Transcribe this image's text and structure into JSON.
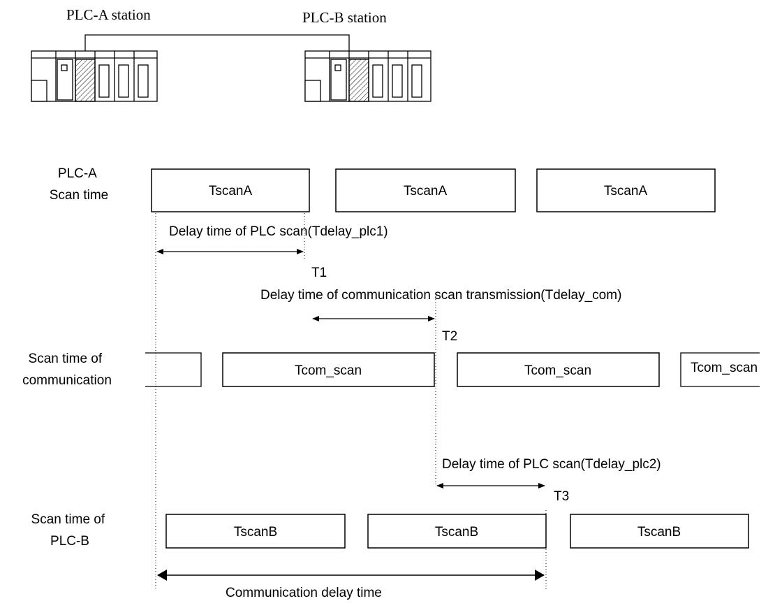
{
  "stations": {
    "a_label": "PLC-A station",
    "b_label": "PLC-B station"
  },
  "rows": {
    "plc_a": {
      "label_line1": "PLC-A",
      "label_line2": "Scan time",
      "block_label": "TscanA"
    },
    "comm": {
      "label_line1": "Scan time of",
      "label_line2": "communication",
      "block_label": "Tcom_scan"
    },
    "plc_b": {
      "label_line1": "Scan time of",
      "label_line2": "PLC-B",
      "block_label": "TscanB"
    }
  },
  "delays": {
    "plc1": "Delay time of PLC scan(Tdelay_plc1)",
    "com": "Delay time of communication scan transmission(Tdelay_com)",
    "plc2": "Delay time of PLC scan(Tdelay_plc2)",
    "total": "Communication delay time"
  },
  "markers": {
    "t1": "T1",
    "t2": "T2",
    "t3": "T3"
  },
  "icons": {
    "plc_rack": "plc-rack-icon"
  }
}
